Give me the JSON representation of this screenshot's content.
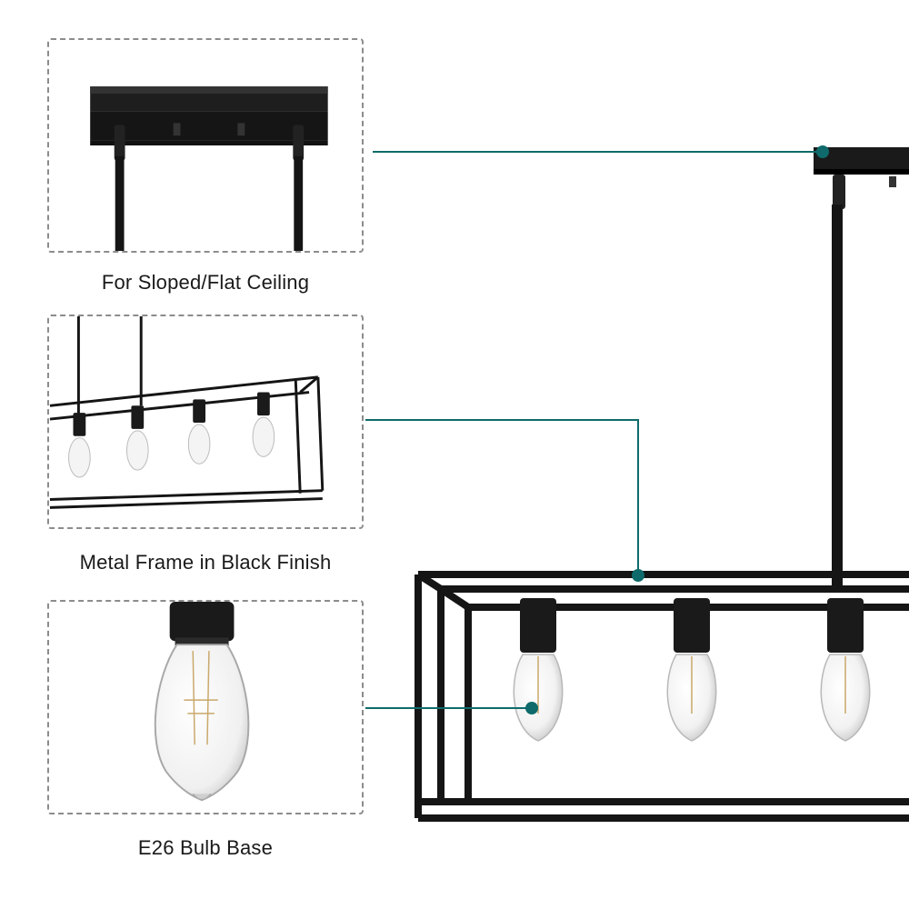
{
  "callouts": [
    {
      "label": "For Sloped/Flat Ceiling",
      "icon": "ceiling-canopy-icon"
    },
    {
      "label": "Metal Frame in Black Finish",
      "icon": "metal-frame-icon"
    },
    {
      "label": "E26 Bulb Base",
      "icon": "e26-bulb-icon"
    }
  ],
  "colors": {
    "leader_line": "#0f6b6b",
    "metal": "#1a1a1a",
    "dashed_border": "#8c8c8c",
    "text": "#1a1a1a"
  }
}
